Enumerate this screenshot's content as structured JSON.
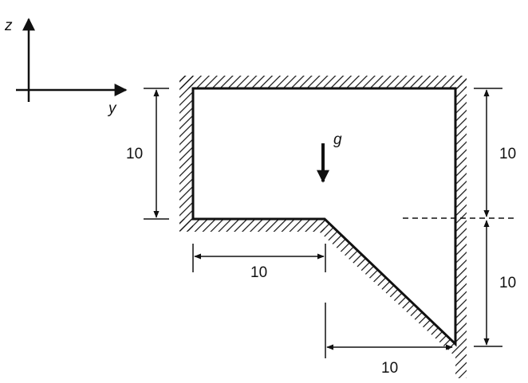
{
  "axes": {
    "z_label": "z",
    "y_label": "y"
  },
  "gravity": {
    "label": "g"
  },
  "dimensions": {
    "left_height": "10",
    "bottom_width": "10",
    "right_upper_height": "10",
    "right_lower_height": "10",
    "slope_width": "10"
  },
  "colors": {
    "ink": "#111111",
    "background": "#ffffff"
  }
}
